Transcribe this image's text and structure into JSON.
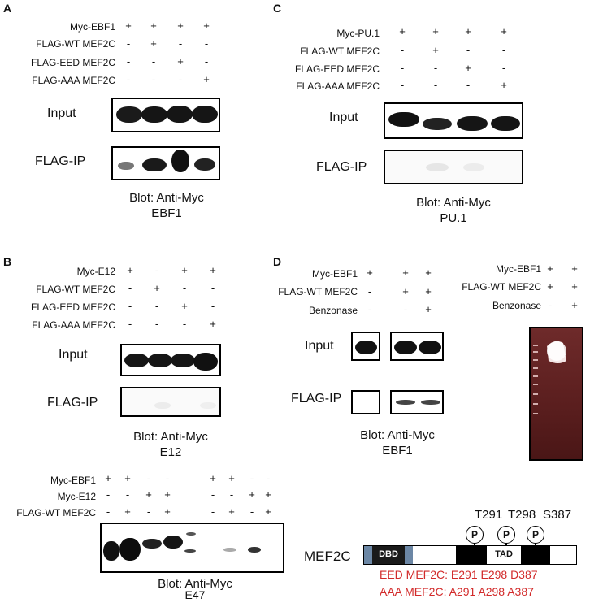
{
  "panels": {
    "A": {
      "label": "A",
      "rows": [
        {
          "label": "Myc-EBF1",
          "marks": [
            "+",
            "+",
            "+",
            "+"
          ]
        },
        {
          "label": "FLAG-WT MEF2C",
          "marks": [
            "-",
            "+",
            "-",
            "-"
          ]
        },
        {
          "label": "FLAG-EED MEF2C",
          "marks": [
            "-",
            "-",
            "+",
            "-"
          ]
        },
        {
          "label": "FLAG-AAA MEF2C",
          "marks": [
            "-",
            "-",
            "-",
            "+"
          ]
        }
      ],
      "input_label": "Input",
      "ip_label": "FLAG-IP",
      "blot": "Blot: Anti-Myc",
      "blot_target": "EBF1"
    },
    "B": {
      "label": "B",
      "rows": [
        {
          "label": "Myc-E12",
          "marks": [
            "+",
            "-",
            "+",
            "+"
          ]
        },
        {
          "label": "FLAG-WT MEF2C",
          "marks": [
            "-",
            "+",
            "-",
            "-"
          ]
        },
        {
          "label": "FLAG-EED MEF2C",
          "marks": [
            "-",
            "-",
            "+",
            "-"
          ]
        },
        {
          "label": "FLAG-AAA MEF2C",
          "marks": [
            "-",
            "-",
            "-",
            "+"
          ]
        }
      ],
      "input_label": "Input",
      "ip_label": "FLAG-IP",
      "blot": "Blot: Anti-Myc",
      "blot_target": "E12"
    },
    "C": {
      "label": "C",
      "rows": [
        {
          "label": "Myc-PU.1",
          "marks": [
            "+",
            "+",
            "+",
            "+"
          ]
        },
        {
          "label": "FLAG-WT MEF2C",
          "marks": [
            "-",
            "+",
            "-",
            "-"
          ]
        },
        {
          "label": "FLAG-EED MEF2C",
          "marks": [
            "-",
            "-",
            "+",
            "-"
          ]
        },
        {
          "label": "FLAG-AAA MEF2C",
          "marks": [
            "-",
            "-",
            "-",
            "+"
          ]
        }
      ],
      "input_label": "Input",
      "ip_label": "FLAG-IP",
      "blot": "Blot: Anti-Myc",
      "blot_target": "PU.1"
    },
    "D": {
      "label": "D",
      "rows": [
        {
          "label": "Myc-EBF1",
          "marks": [
            "+",
            "+",
            "+"
          ]
        },
        {
          "label": "FLAG-WT MEF2C",
          "marks": [
            "-",
            "+",
            "+"
          ]
        },
        {
          "label": "Benzonase",
          "marks": [
            "-",
            "-",
            "+"
          ]
        }
      ],
      "gel_rows": [
        {
          "label": "Myc-EBF1",
          "marks": [
            "+",
            "+"
          ]
        },
        {
          "label": "FLAG-WT MEF2C",
          "marks": [
            "+",
            "+"
          ]
        },
        {
          "label": "Benzonase",
          "marks": [
            "-",
            "+"
          ]
        }
      ],
      "input_label": "Input",
      "ip_label": "FLAG-IP",
      "blot": "Blot: Anti-Myc",
      "blot_target": "EBF1"
    },
    "E47": {
      "rows": [
        {
          "label": "Myc-EBF1",
          "marks": [
            "+",
            "+",
            "-",
            "-",
            "+",
            "+",
            "-",
            "-"
          ]
        },
        {
          "label": "Myc-E12",
          "marks": [
            "-",
            "-",
            "+",
            "+",
            "-",
            "-",
            "+",
            "+"
          ]
        },
        {
          "label": "FLAG-WT MEF2C",
          "marks": [
            "-",
            "+",
            "-",
            "+",
            "-",
            "+",
            "-",
            "+"
          ]
        }
      ],
      "blot": "Blot: Anti-Myc",
      "blot_target": "E47"
    }
  },
  "mef2c": {
    "name": "MEF2C",
    "dbd": "DBD",
    "tad": "TAD",
    "sites": [
      "T291",
      "T298",
      "S387"
    ],
    "phospho": "P",
    "eed": "EED MEF2C: E291 E298 D387",
    "aaa": "AAA MEF2C: A291 A298 A387",
    "mutant_color": "#d22a2a"
  }
}
